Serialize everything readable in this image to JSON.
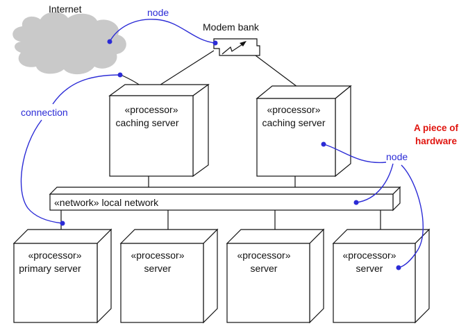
{
  "colors": {
    "ink": "#111111",
    "cloud": "#c9c9c9",
    "annotation": "#2b2bd6",
    "emphasis": "#e0140e"
  },
  "icons": {
    "cloud": "cloud-icon",
    "modem_link": "lightning-arrow-icon"
  },
  "labels": {
    "internet": "Internet",
    "modem_bank": "Modem bank",
    "local_network": "«network» local network",
    "nodes": [
      {
        "id": "caching-server-1",
        "stereotype": "«processor»",
        "name": "caching server"
      },
      {
        "id": "caching-server-2",
        "stereotype": "«processor»",
        "name": "caching server"
      },
      {
        "id": "primary-server",
        "stereotype": "«processor»",
        "name": "primary server"
      },
      {
        "id": "server-2",
        "stereotype": "«processor»",
        "name": "server"
      },
      {
        "id": "server-3",
        "stereotype": "«processor»",
        "name": "server"
      },
      {
        "id": "server-4",
        "stereotype": "«processor»",
        "name": "server"
      }
    ]
  },
  "annotations": {
    "node_top": "node",
    "node_right": "node",
    "connection": "connection",
    "hardware_line1": "A piece of",
    "hardware_line2": "hardware"
  }
}
